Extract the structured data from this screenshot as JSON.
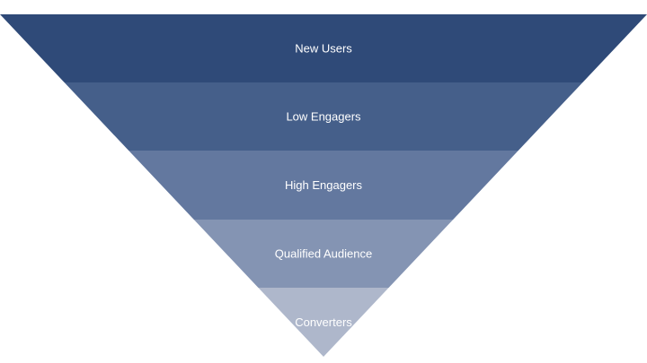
{
  "funnel": {
    "stages": [
      {
        "label": "New Users",
        "color": "#2f4a78"
      },
      {
        "label": "Low Engagers",
        "color": "#455f8a"
      },
      {
        "label": "High Engagers",
        "color": "#63789f"
      },
      {
        "label": "Qualified Audience",
        "color": "#8494b3"
      },
      {
        "label": "Converters",
        "color": "#aeb7cb"
      }
    ]
  }
}
